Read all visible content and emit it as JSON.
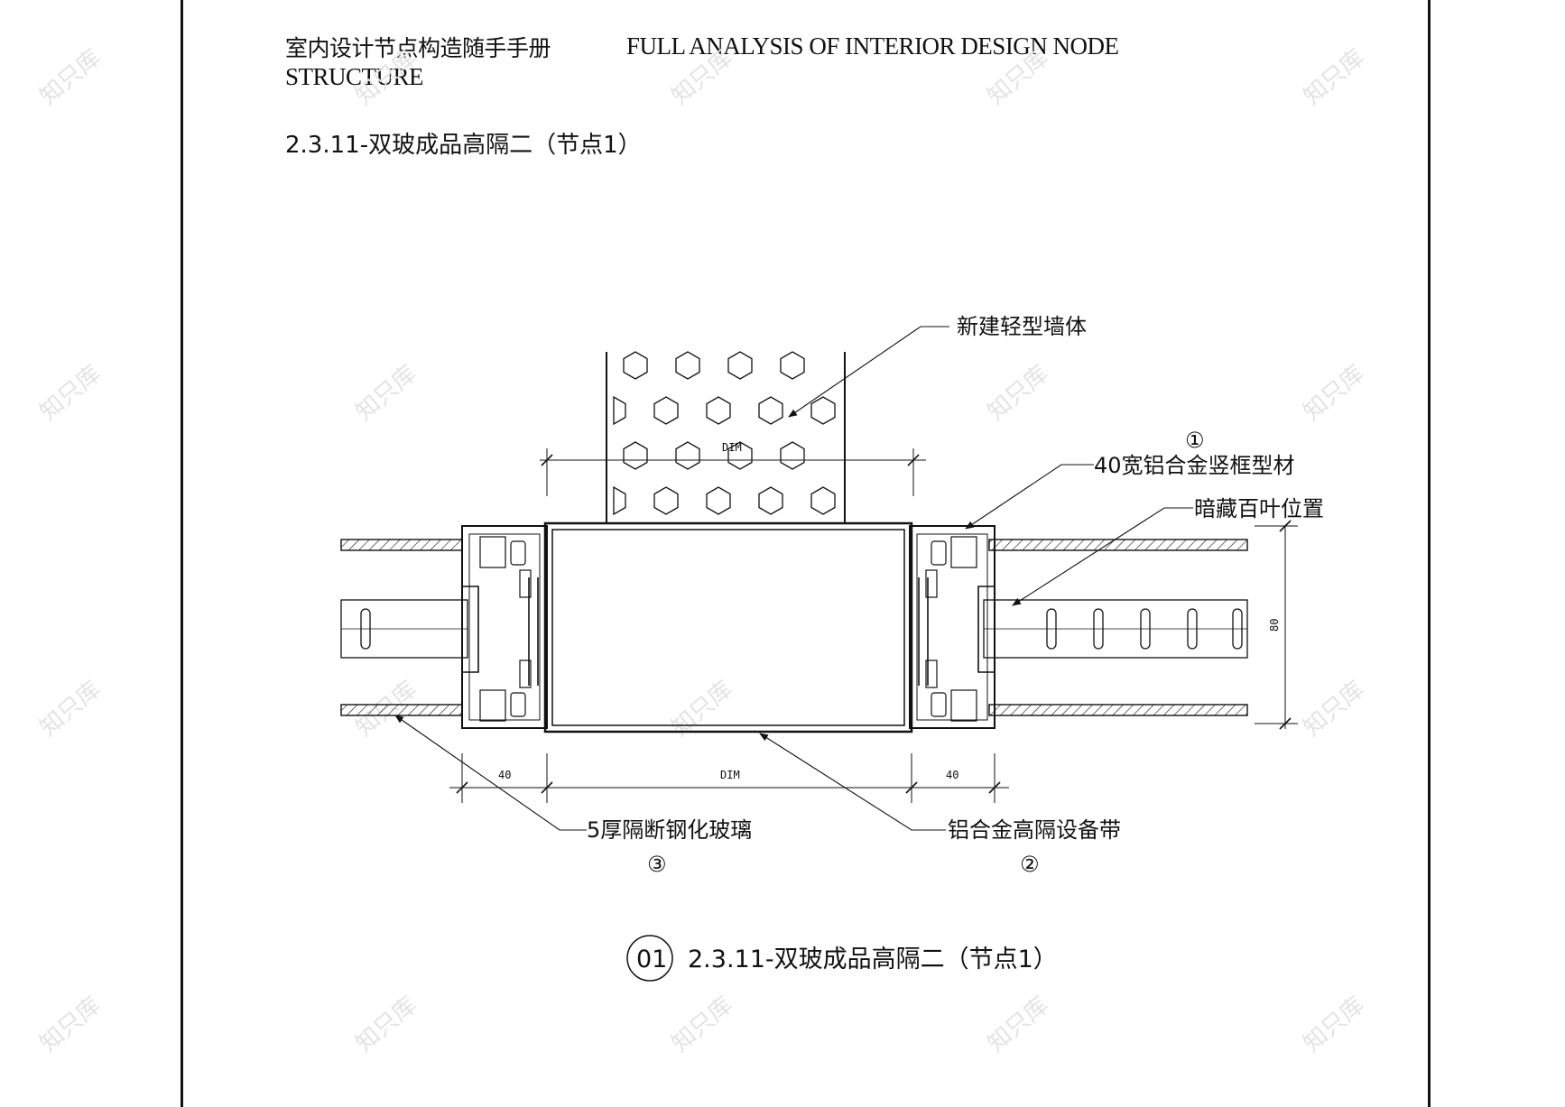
{
  "header": {
    "cn_title": "室内设计节点构造随手手册",
    "en_title_line1": "FULL ANALYSIS OF INTERIOR DESIGN NODE",
    "en_title_line2": "STRUCTURE"
  },
  "section_title": "2.3.11-双玻成品高隔二（节点1）",
  "labels": {
    "wall": "新建轻型墙体",
    "frame_num": "①",
    "frame": "40宽铝合金竖框型材",
    "louver": "暗藏百叶位置",
    "glass": "5厚隔断钢化玻璃",
    "glass_num": "③",
    "band": "铝合金高隔设备带",
    "band_num": "②"
  },
  "dimensions": {
    "top": "DIM",
    "bottom_left": "40",
    "bottom_mid": "DIM",
    "bottom_right": "40",
    "right": "80"
  },
  "caption": {
    "number": "01",
    "text": "2.3.11-双玻成品高隔二（节点1）"
  },
  "watermark": "知只库"
}
